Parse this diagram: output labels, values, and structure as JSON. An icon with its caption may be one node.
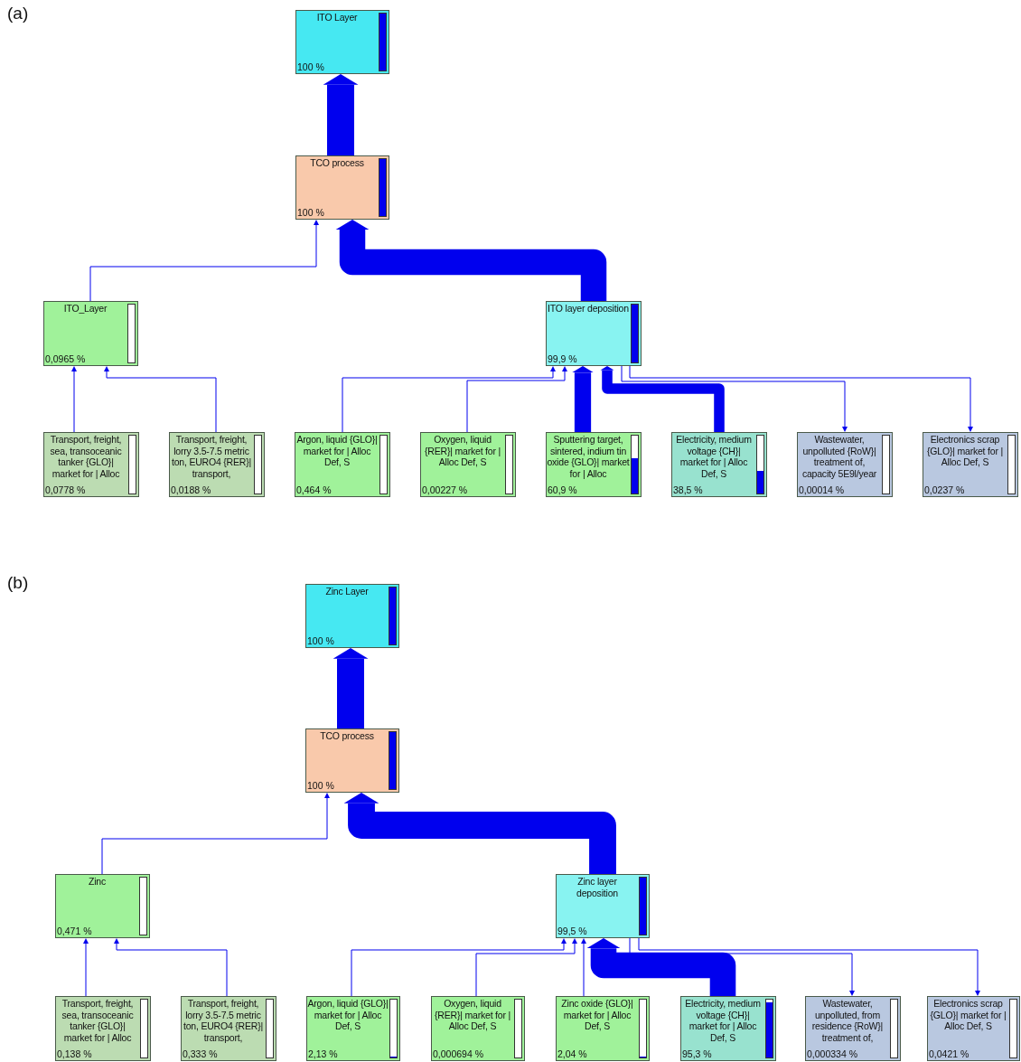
{
  "diagram": {
    "nodes": [
      {
        "text": [
          "ITO Layer",
          "100 %"
        ]
      },
      {
        "text": [
          "TCO process",
          "100 %"
        ]
      },
      {
        "text": [
          "ITO_Layer",
          "0,0965 %"
        ]
      },
      {
        "text": [
          "ITO layer deposition",
          "99,9 %"
        ]
      },
      {
        "text": [
          "Transport, freight, sea, transoceanic tanker {GLO}| market for | Alloc",
          "0,0778 %"
        ]
      },
      {
        "text": [
          "Transport, freight, lorry 3.5-7.5 metric ton, EURO4 {RER}| transport,",
          "0,0188 %"
        ]
      },
      {
        "text": [
          "Argon, liquid {GLO}| market for | Alloc Def, S",
          "0,464 %"
        ]
      },
      {
        "text": [
          "Oxygen, liquid {RER}| market for | Alloc Def, S",
          "0,00227 %"
        ]
      },
      {
        "text": [
          "Sputtering target, sintered, indium tin oxide {GLO}| market for | Alloc",
          "60,9 %"
        ]
      },
      {
        "text": [
          "Electricity, medium voltage {CH}| market for | Alloc Def, S",
          "38,5 %"
        ]
      },
      {
        "text": [
          "Wastewater, unpolluted {RoW}| treatment of, capacity 5E9l/year",
          "0,00014 %"
        ]
      },
      {
        "text": [
          "Electronics scrap {GLO}| market for | Alloc Def, S",
          "0,0237 %"
        ]
      },
      {
        "text": [
          "Zinc Layer",
          "100 %"
        ]
      },
      {
        "text": [
          "TCO process",
          "100 %"
        ]
      },
      {
        "text": [
          "Zinc",
          "0,471 %"
        ]
      },
      {
        "text": [
          "Zinc layer deposition",
          "99,5 %"
        ]
      },
      {
        "text": [
          "Transport, freight, sea, transoceanic tanker {GLO}| market for | Alloc",
          "0,138 %"
        ]
      },
      {
        "text": [
          "Transport, freight, lorry 3.5-7.5 metric ton, EURO4 {RER}| transport,",
          "0,333 %"
        ]
      },
      {
        "text": [
          "Argon, liquid {GLO}| market for | Alloc Def, S",
          "2,13 %"
        ]
      },
      {
        "text": [
          "Oxygen, liquid {RER}| market for | Alloc Def, S",
          "0,000694 %"
        ]
      },
      {
        "text": [
          "Zinc oxide {GLO}| market for | Alloc Def, S",
          "2,04 %"
        ]
      },
      {
        "text": [
          "Electricity, medium voltage {CH}| market for | Alloc Def, S",
          "95,3 %"
        ]
      },
      {
        "text": [
          "Wastewater, unpolluted, from residence {RoW}| treatment of,",
          "0,000334 %"
        ]
      },
      {
        "text": [
          "Electronics scrap {GLO}| market for | Alloc Def, S",
          "0,0421 %"
        ]
      }
    ],
    "edges": [
      {
        "from": 1,
        "to": 0,
        "arrow": "to",
        "style": "thick"
      },
      {
        "from": 2,
        "to": 1,
        "arrow": "to"
      },
      {
        "from": 3,
        "to": 1,
        "arrow": "to",
        "style": "thick"
      },
      {
        "from": 4,
        "to": 2,
        "arrow": "to"
      },
      {
        "from": 5,
        "to": 2,
        "arrow": "to"
      },
      {
        "from": 6,
        "to": 3,
        "arrow": "to"
      },
      {
        "from": 7,
        "to": 3,
        "arrow": "to"
      },
      {
        "from": 8,
        "to": 3,
        "arrow": "to",
        "style": "thick"
      },
      {
        "from": 9,
        "to": 3,
        "arrow": "to",
        "style": "thick"
      },
      {
        "from": 3,
        "to": 10,
        "arrow": "to"
      },
      {
        "from": 3,
        "to": 11,
        "arrow": "to"
      },
      {
        "from": 13,
        "to": 12,
        "arrow": "to",
        "style": "thick"
      },
      {
        "from": 14,
        "to": 13,
        "arrow": "to"
      },
      {
        "from": 15,
        "to": 13,
        "arrow": "to",
        "style": "thick"
      },
      {
        "from": 16,
        "to": 14,
        "arrow": "to"
      },
      {
        "from": 17,
        "to": 14,
        "arrow": "to"
      },
      {
        "from": 18,
        "to": 15,
        "arrow": "to"
      },
      {
        "from": 19,
        "to": 15,
        "arrow": "to"
      },
      {
        "from": 20,
        "to": 15,
        "arrow": "to"
      },
      {
        "from": 21,
        "to": 15,
        "arrow": "to",
        "style": "thick"
      },
      {
        "from": 15,
        "to": 22,
        "arrow": "to"
      },
      {
        "from": 15,
        "to": 23,
        "arrow": "to"
      }
    ],
    "labels": [
      "(a)",
      "(b)"
    ]
  }
}
